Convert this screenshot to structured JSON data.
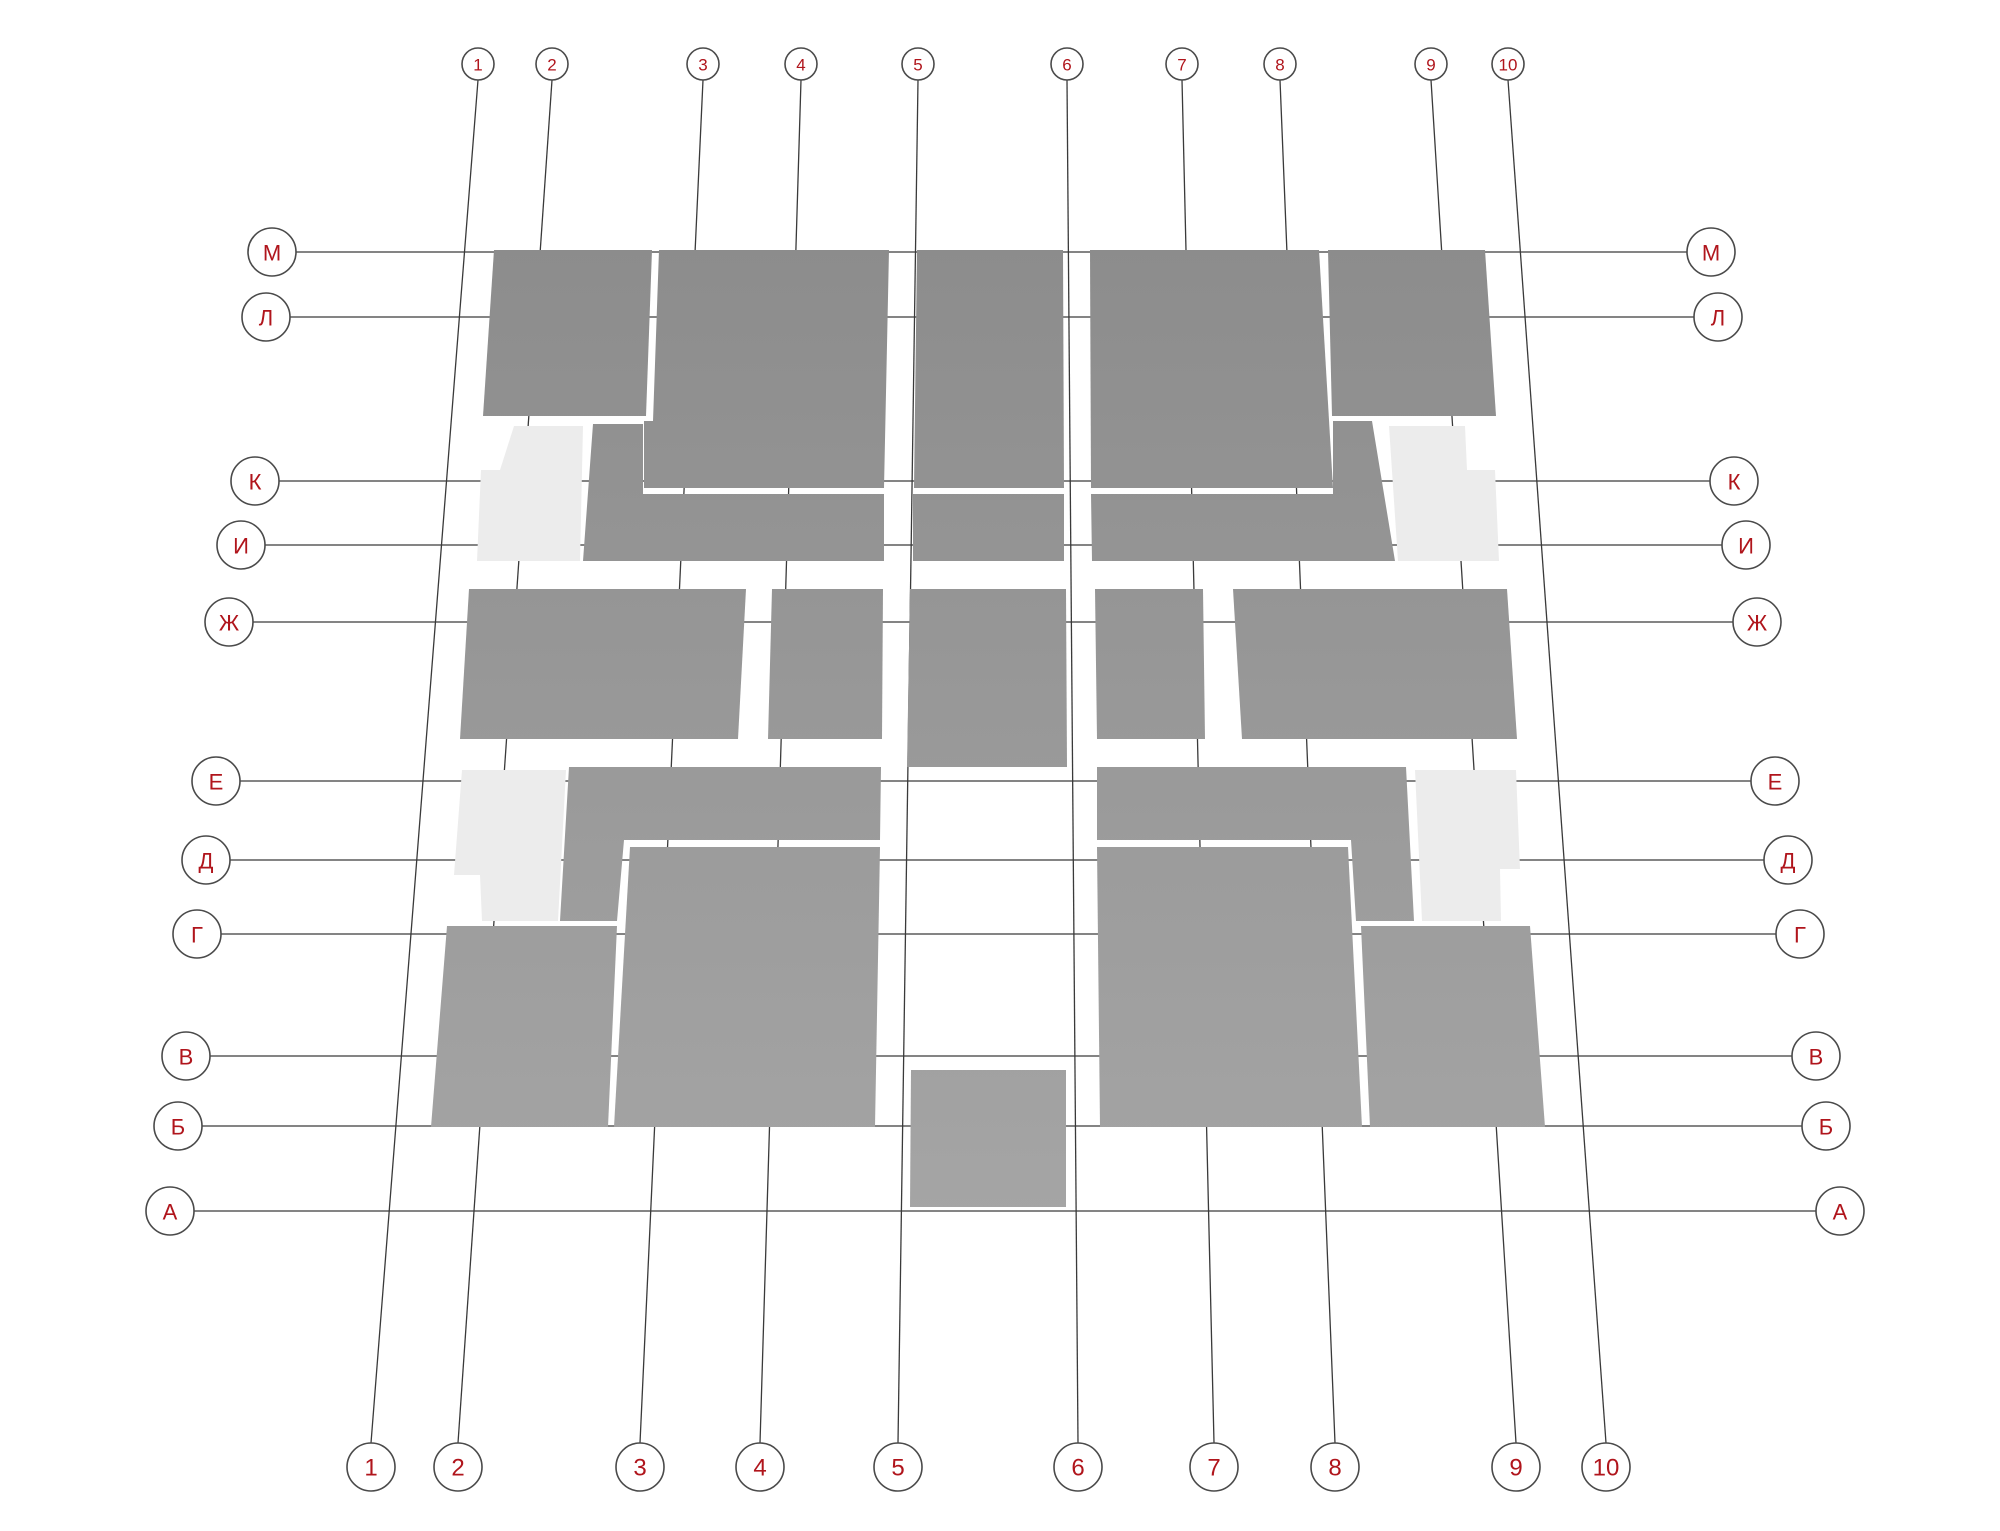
{
  "axes": {
    "columns": [
      "1",
      "2",
      "3",
      "4",
      "5",
      "6",
      "7",
      "8",
      "9",
      "10"
    ],
    "rows": [
      "М",
      "Л",
      "К",
      "И",
      "Ж",
      "Е",
      "Д",
      "Г",
      "В",
      "Б",
      "А"
    ]
  },
  "colors": {
    "label_red": "#b0151c",
    "slab_dark": "#8a8a8a",
    "slab_light": "#a8a8a8",
    "slab_pale": "#ececec",
    "grid_line": "#3a3a3a"
  }
}
